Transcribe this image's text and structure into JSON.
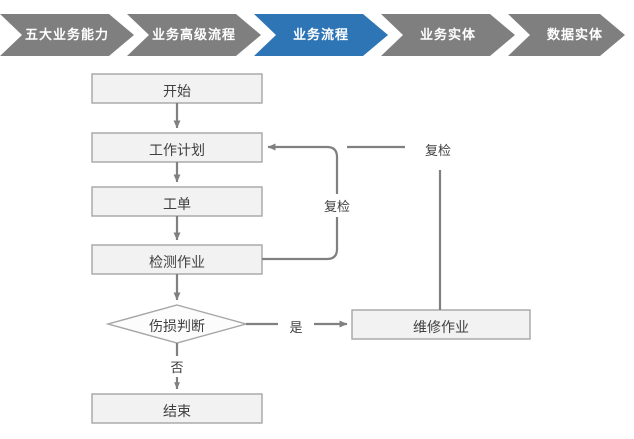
{
  "breadcrumb": {
    "active_index": 2,
    "colors": {
      "inactive": "#7F7F7F",
      "active": "#2E75B6",
      "text": "#FFFFFF"
    },
    "items": [
      {
        "label": "五大业务能力"
      },
      {
        "label": "业务高级流程"
      },
      {
        "label": "业务流程"
      },
      {
        "label": "业务实体"
      },
      {
        "label": "数据实体"
      }
    ]
  },
  "flowchart": {
    "colors": {
      "node_fill": "#F2F2F2",
      "node_border": "#A6A6A6",
      "diamond_fill": "#FCFCFC",
      "connector": "#808080",
      "text": "#404040"
    },
    "nodes": [
      {
        "id": "start",
        "label": "开始",
        "shape": "rect"
      },
      {
        "id": "plan",
        "label": "工作计划",
        "shape": "rect"
      },
      {
        "id": "order",
        "label": "工单",
        "shape": "rect"
      },
      {
        "id": "inspect",
        "label": "检测作业",
        "shape": "rect"
      },
      {
        "id": "judge",
        "label": "伤损判断",
        "shape": "diamond"
      },
      {
        "id": "repair",
        "label": "维修作业",
        "shape": "rect"
      },
      {
        "id": "end",
        "label": "结束",
        "shape": "rect"
      }
    ],
    "edge_labels": [
      {
        "id": "recheck_inner",
        "label": "复检"
      },
      {
        "id": "recheck_outer",
        "label": "复检"
      },
      {
        "id": "yes",
        "label": "是"
      },
      {
        "id": "no",
        "label": "否"
      }
    ]
  }
}
